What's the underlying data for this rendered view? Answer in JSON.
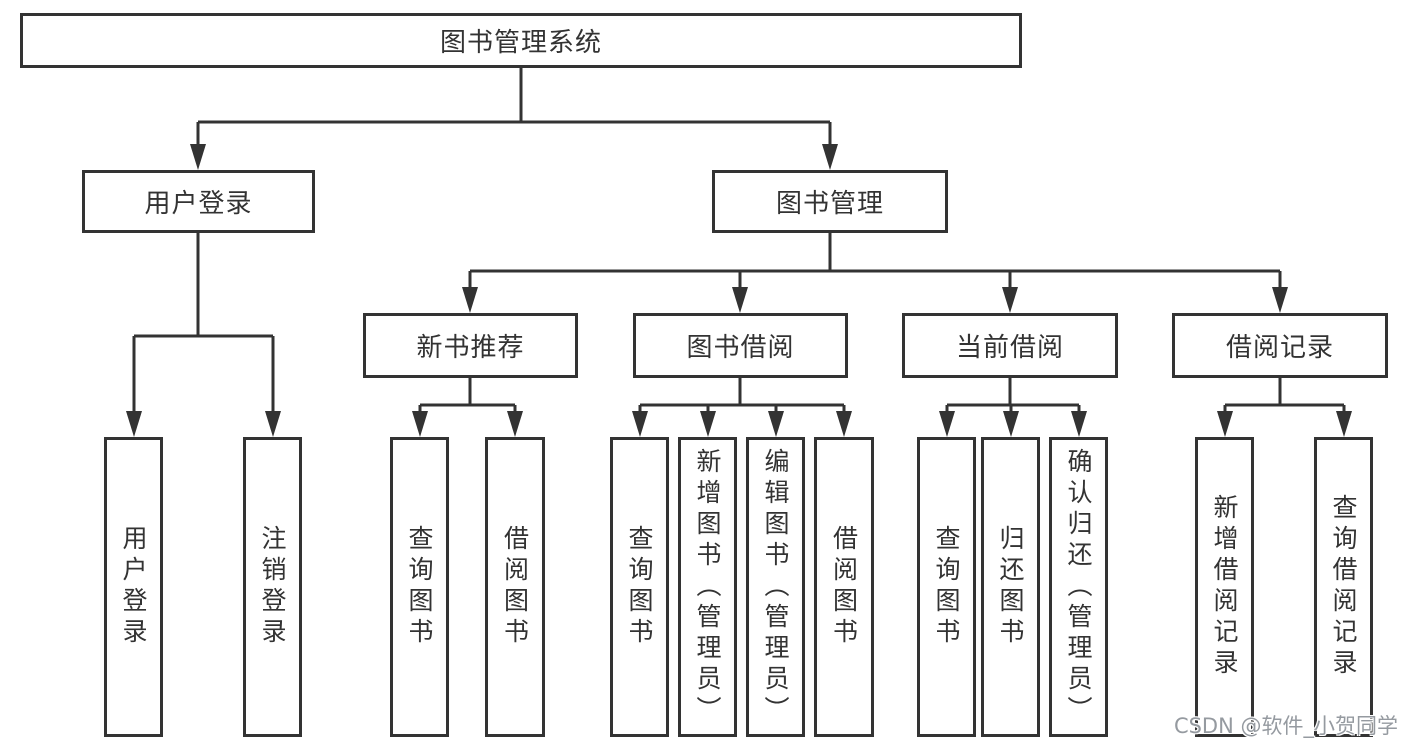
{
  "diagram": {
    "title": "图书管理系统",
    "branches": [
      {
        "label": "用户登录",
        "children": [
          {
            "label": "用户登录"
          },
          {
            "label": "注销登录"
          }
        ]
      },
      {
        "label": "图书管理",
        "children": [
          {
            "label": "新书推荐",
            "children": [
              {
                "label": "查询图书"
              },
              {
                "label": "借阅图书"
              }
            ]
          },
          {
            "label": "图书借阅",
            "children": [
              {
                "label": "查询图书"
              },
              {
                "label": "新增图书（管理员）"
              },
              {
                "label": "编辑图书（管理员）"
              },
              {
                "label": "借阅图书"
              }
            ]
          },
          {
            "label": "当前借阅",
            "children": [
              {
                "label": "查询图书"
              },
              {
                "label": "归还图书"
              },
              {
                "label": "确认归还（管理员）"
              }
            ]
          },
          {
            "label": "借阅记录",
            "children": [
              {
                "label": "新增借阅记录"
              },
              {
                "label": "查询借阅记录"
              }
            ]
          }
        ]
      }
    ],
    "watermark": "CSDN @软件_小贺同学",
    "colors": {
      "line": "#333333",
      "border": "#333333",
      "text": "#333333",
      "watermark": "#959aa0",
      "background": "#ffffff"
    }
  }
}
